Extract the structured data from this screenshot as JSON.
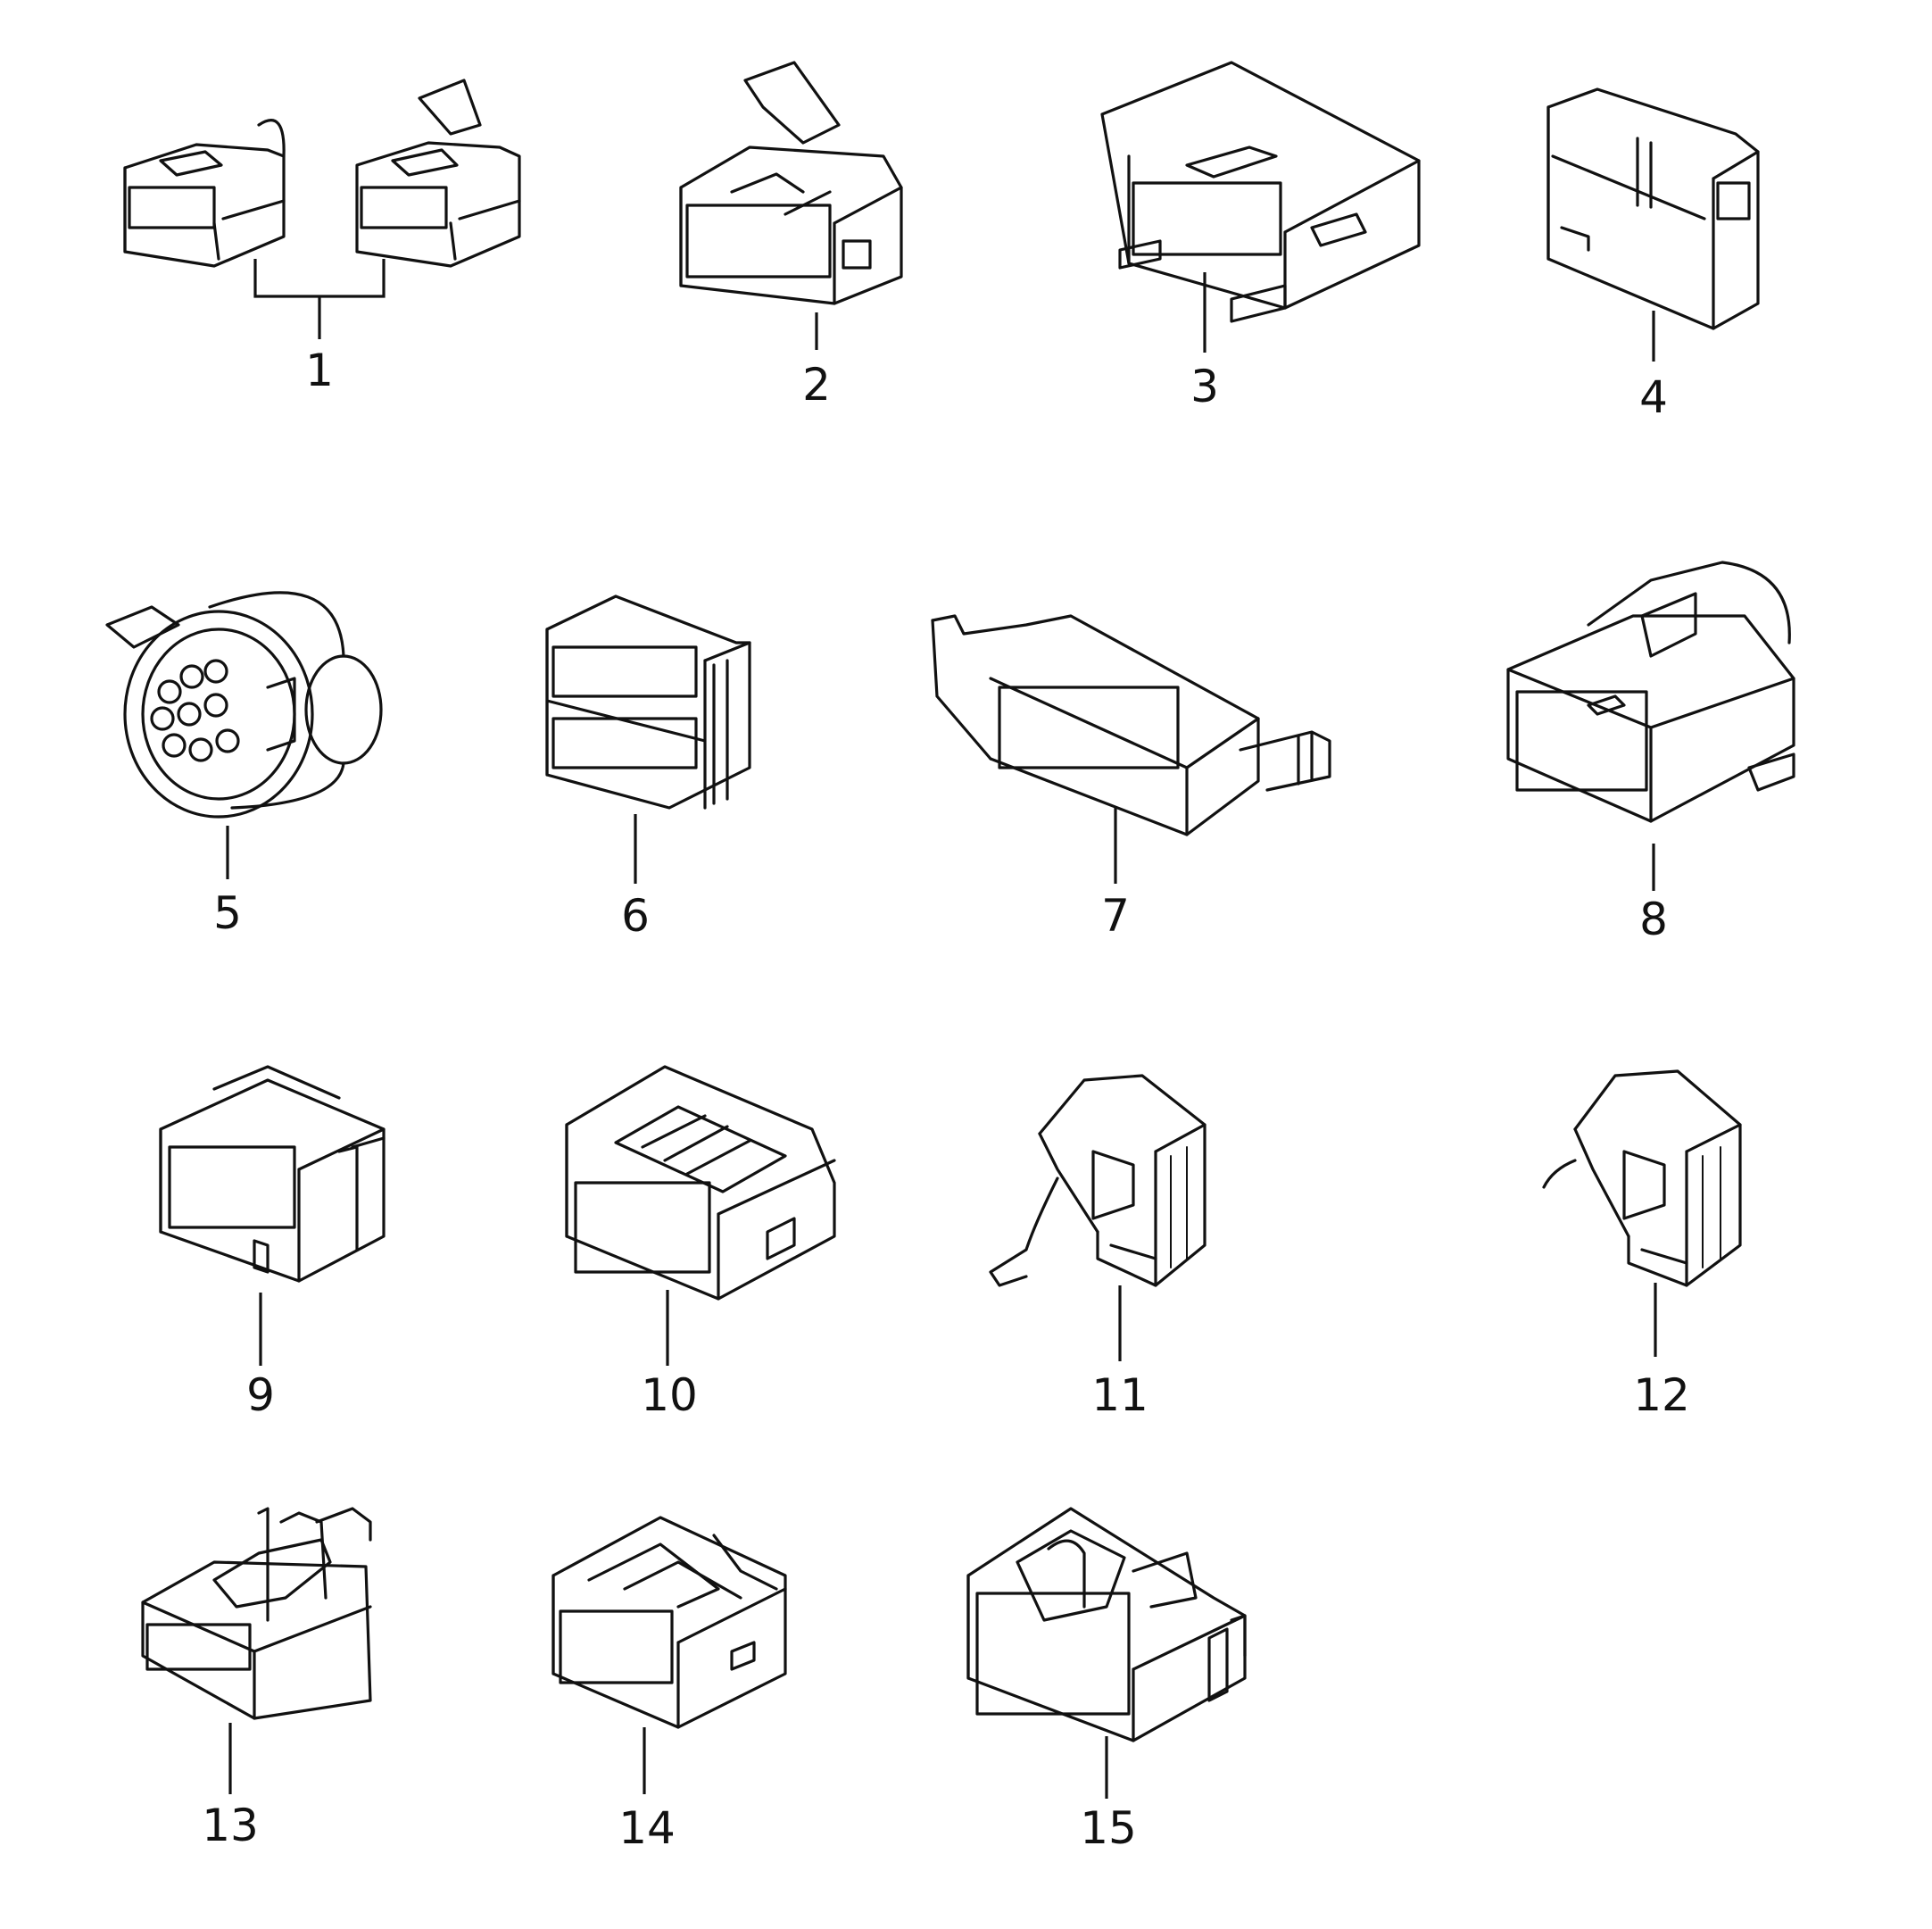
{
  "diagram": {
    "callouts": [
      "1",
      "2",
      "3",
      "4",
      "5",
      "6",
      "7",
      "8",
      "9",
      "10",
      "11",
      "12",
      "13",
      "14",
      "15"
    ]
  }
}
